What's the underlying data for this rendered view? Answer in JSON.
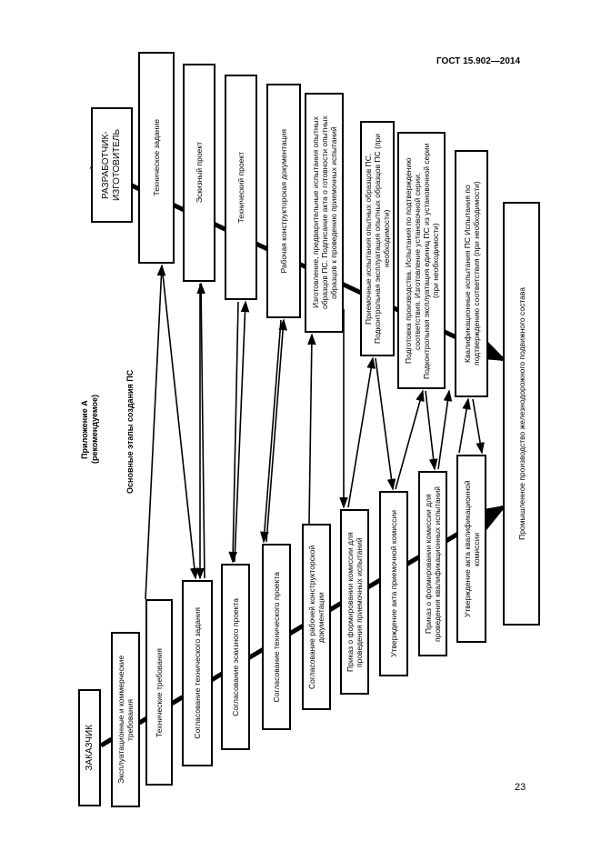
{
  "header": {
    "standard": "ГОСТ 15.902—2014"
  },
  "appendix": {
    "title": "Приложение А",
    "subtitle": "(рекомендуемое)",
    "diagram_title": "Основные этапы создания ПС"
  },
  "developer": {
    "label": "РАЗРАБОТЧИК-ИЗГОТОВИТЕЛЬ",
    "stages": [
      "Техническое задание",
      "Эскизный проект",
      "Технический проект",
      "Рабочая конструкторская документация",
      "Изготовление, предварительные испытания опытных образцов ПС. Подписание акта о готовности опытных образцов к проведению приемочных испытаний",
      "Приемочные испытания опытных образцов ПС. Подконтрольная эксплуатация опытных образцов ПС (при необходимости)",
      "Подготовка производства. Испытания по подтверждению соответствия. Изготовление установочной серии. Подконтрольная эксплуатация единиц ПС из установочной серии (при необходимости)",
      "Квалификационные испытания ПС Испытания по подтверждению соответствия (при необходимости)",
      "Промышленное производство железнодорожного подвижного состава"
    ]
  },
  "customer": {
    "label": "ЗАКАЗЧИК",
    "stages": [
      "Эксплуатационные и коммерческие требования",
      "Технические требования",
      "Согласование технического задания",
      "Согласование эскизного проекта",
      "Согласование технического проекта",
      "Согласование рабочей конструкторской документации",
      "Приказ о формировании комиссии для проведения приемочных испытаний",
      "Утверждение акта приемочной комиссии",
      "Приказ о формировании комиссии для проведения квалификационных испытаний",
      "Утверждение акта квалификационной комиссии"
    ]
  },
  "page_number": "23"
}
